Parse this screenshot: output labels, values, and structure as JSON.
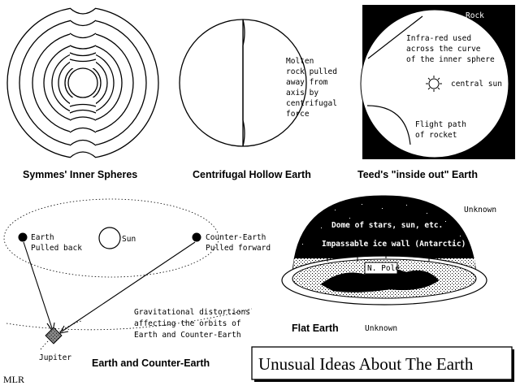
{
  "panels": {
    "symmes": {
      "caption": "Symmes' Inner Spheres"
    },
    "centrifugal": {
      "caption": "Centrifugal Hollow Earth",
      "note_lines": [
        "Molten",
        "rock pulled",
        "away from",
        "axis by",
        "centrifugal",
        "force"
      ]
    },
    "teed": {
      "caption": "Teed's \"inside out\" Earth",
      "rock_label": "Rock",
      "infrared_lines": [
        "Infra-red used",
        "across the curve",
        "of the inner sphere"
      ],
      "sun_label": "central sun",
      "flight_lines": [
        "Flight path",
        "of rocket"
      ]
    },
    "counter_earth": {
      "caption": "Earth and Counter-Earth",
      "sun_label": "Sun",
      "earth_lines": [
        "Earth",
        "Pulled back"
      ],
      "counter_lines": [
        "Counter-Earth",
        "Pulled forward"
      ],
      "distortion_lines": [
        "Gravitational distortions",
        "affecting the orbits of",
        "Earth and Counter-Earth"
      ],
      "jupiter_label": "Jupiter"
    },
    "flat_earth": {
      "caption": "Flat Earth",
      "unknown_top": "Unknown",
      "unknown_bottom": "Unknown",
      "dome_label": "Dome of stars, sun, etc.",
      "wall_label": "Impassable ice wall (Antarctic)",
      "pole_label": "N. Pole"
    }
  },
  "title": "Unusual Ideas About The Earth",
  "signature": "MLR"
}
